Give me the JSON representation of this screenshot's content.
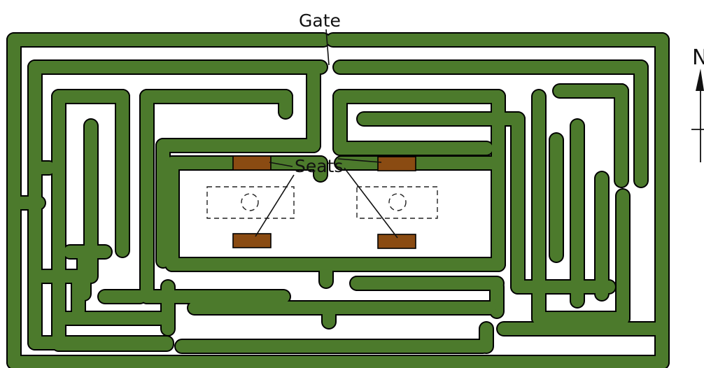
{
  "labels": {
    "gate": "Gate",
    "seats": "Seats",
    "north": "N"
  },
  "colors": {
    "hedge": "#4c7a2c",
    "hedge_outline": "#000000",
    "seat": "#8a4b12",
    "background": "#ffffff"
  }
}
